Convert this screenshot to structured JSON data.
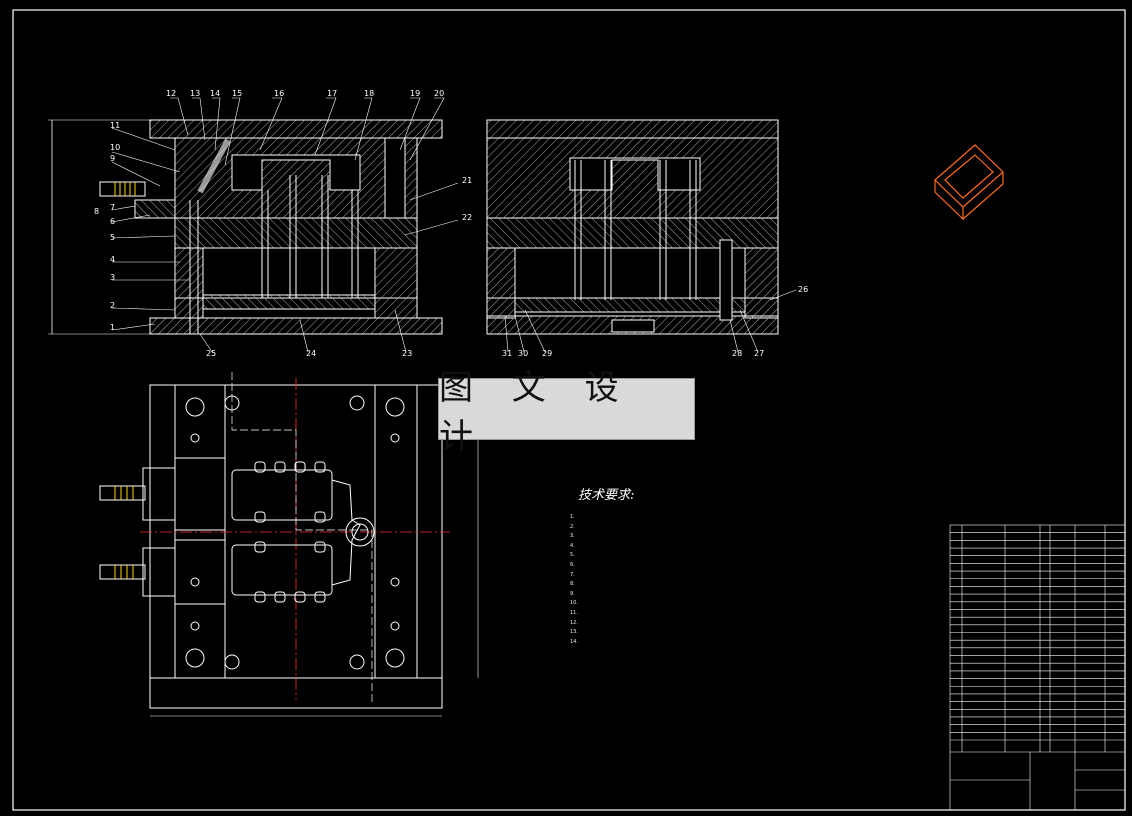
{
  "watermark": {
    "text": "图 文 设 计"
  },
  "tech_notes": {
    "title": "技术要求:",
    "items": [
      "1.",
      "2.",
      "3.",
      "4.",
      "5.",
      "6.",
      "7.",
      "8.",
      "9.",
      "10.",
      "11.",
      "12.",
      "13.",
      "14."
    ]
  },
  "section_a_labels": [
    "12",
    "13",
    "14",
    "15",
    "16",
    "17",
    "18",
    "19",
    "20",
    "11",
    "10",
    "9",
    "8",
    "7",
    "6",
    "5",
    "4",
    "3",
    "2",
    "1",
    "21",
    "22",
    "25",
    "24",
    "23"
  ],
  "section_b_labels": [
    "26",
    "31",
    "30",
    "29",
    "28",
    "27"
  ],
  "title_block": {
    "rows": 28
  },
  "colors": {
    "line": "#ffffff",
    "hatch": "#bdbdbd",
    "part": "#ff6a1a",
    "center": "#ff2a2a",
    "dim": "#ff44ff",
    "yellow": "#ffd400"
  }
}
